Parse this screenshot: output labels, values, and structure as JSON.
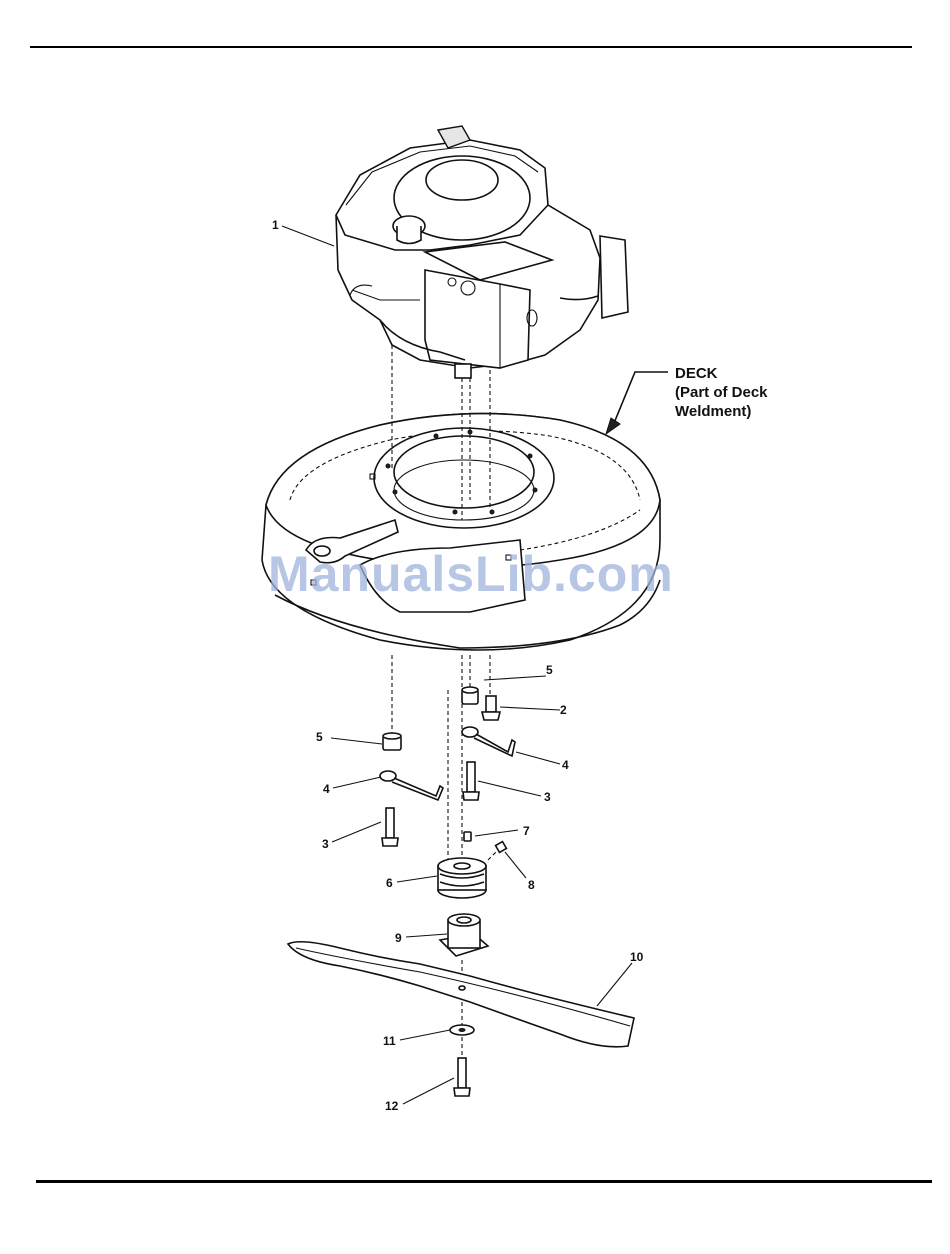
{
  "diagram": {
    "callouts": [
      {
        "id": "callout-1",
        "text": "1"
      },
      {
        "id": "callout-2",
        "text": "2"
      },
      {
        "id": "callout-3-right",
        "text": "3"
      },
      {
        "id": "callout-3-left",
        "text": "3"
      },
      {
        "id": "callout-4-right",
        "text": "4"
      },
      {
        "id": "callout-4-left",
        "text": "4"
      },
      {
        "id": "callout-5-right",
        "text": "5"
      },
      {
        "id": "callout-5-left",
        "text": "5"
      },
      {
        "id": "callout-6",
        "text": "6"
      },
      {
        "id": "callout-7",
        "text": "7"
      },
      {
        "id": "callout-8",
        "text": "8"
      },
      {
        "id": "callout-9",
        "text": "9"
      },
      {
        "id": "callout-10",
        "text": "10"
      },
      {
        "id": "callout-11",
        "text": "11"
      },
      {
        "id": "callout-12",
        "text": "12"
      }
    ],
    "deck_label": {
      "line1": "DECK",
      "line2": "(Part of Deck",
      "line3": "Weldment)"
    }
  },
  "watermark": "ManualsLib.com"
}
